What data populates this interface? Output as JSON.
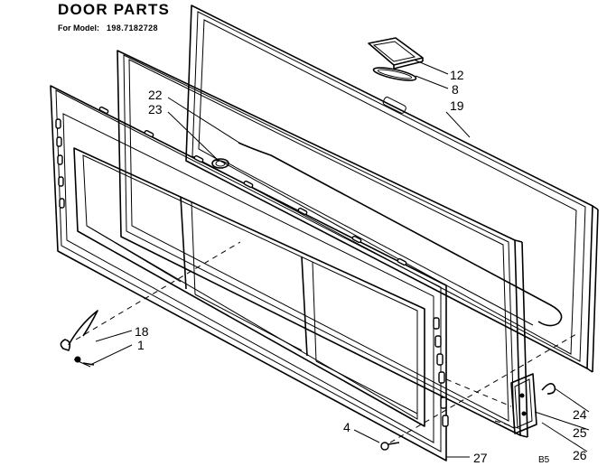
{
  "header": {
    "title": "DOOR PARTS",
    "model_prefix": "For Model:",
    "model_number": "198.7182728"
  },
  "callouts": {
    "c12": "12",
    "c8": "8",
    "c19": "19",
    "c22": "22",
    "c23": "23",
    "c18": "18",
    "c1": "1",
    "c4": "4",
    "c24": "24",
    "c25": "25",
    "c26": "26",
    "c27": "27"
  },
  "corner_mark": "B5"
}
